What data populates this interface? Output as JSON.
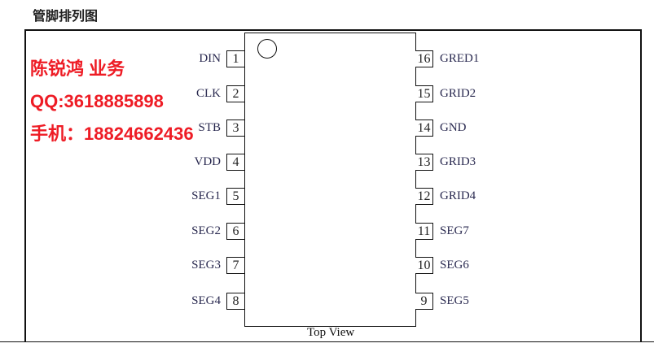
{
  "title": "管脚排列图",
  "top_view": "Top View",
  "contact": {
    "name": "陈锐鸿 业务",
    "qq": "QQ:3618885898",
    "phone": "手机：18824662436"
  },
  "left_pins": [
    {
      "num": "1",
      "name": "DIN"
    },
    {
      "num": "2",
      "name": "CLK"
    },
    {
      "num": "3",
      "name": "STB"
    },
    {
      "num": "4",
      "name": "VDD"
    },
    {
      "num": "5",
      "name": "SEG1"
    },
    {
      "num": "6",
      "name": "SEG2"
    },
    {
      "num": "7",
      "name": "SEG3"
    },
    {
      "num": "8",
      "name": "SEG4"
    }
  ],
  "right_pins": [
    {
      "num": "16",
      "name": "GRED1"
    },
    {
      "num": "15",
      "name": "GRID2"
    },
    {
      "num": "14",
      "name": "GND"
    },
    {
      "num": "13",
      "name": "GRID3"
    },
    {
      "num": "12",
      "name": "GRID4"
    },
    {
      "num": "11",
      "name": "SEG7"
    },
    {
      "num": "10",
      "name": "SEG6"
    },
    {
      "num": "9",
      "name": "SEG5"
    }
  ]
}
